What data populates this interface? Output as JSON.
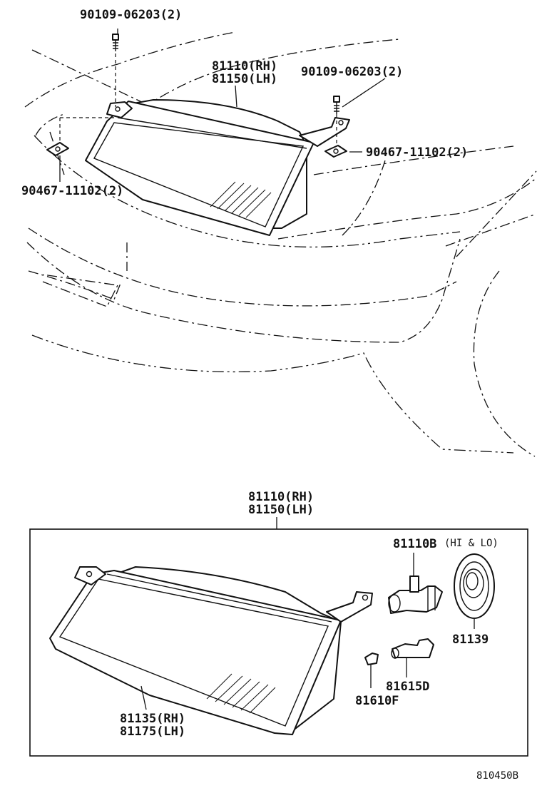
{
  "callouts": {
    "bolt_top": "90109-06203(2)",
    "bolt_right": "90109-06203(2)",
    "assy_rh_top": "81110(RH)",
    "assy_lh_top": "81150(LH)",
    "nut_right": "90467-11102(2)",
    "nut_left": "90467-11102(2)",
    "assy_rh_bottom": "81110(RH)",
    "assy_lh_bottom": "81150(LH)",
    "bulb_main": "81110B",
    "bulb_main_note": "(HI & LO)",
    "socket_cover": "81139",
    "lens_rh": "81135(RH)",
    "lens_lh": "81175(LH)",
    "bulb_small": "81615D",
    "bulb_cap": "81610F"
  },
  "diagram_code": "810450B"
}
